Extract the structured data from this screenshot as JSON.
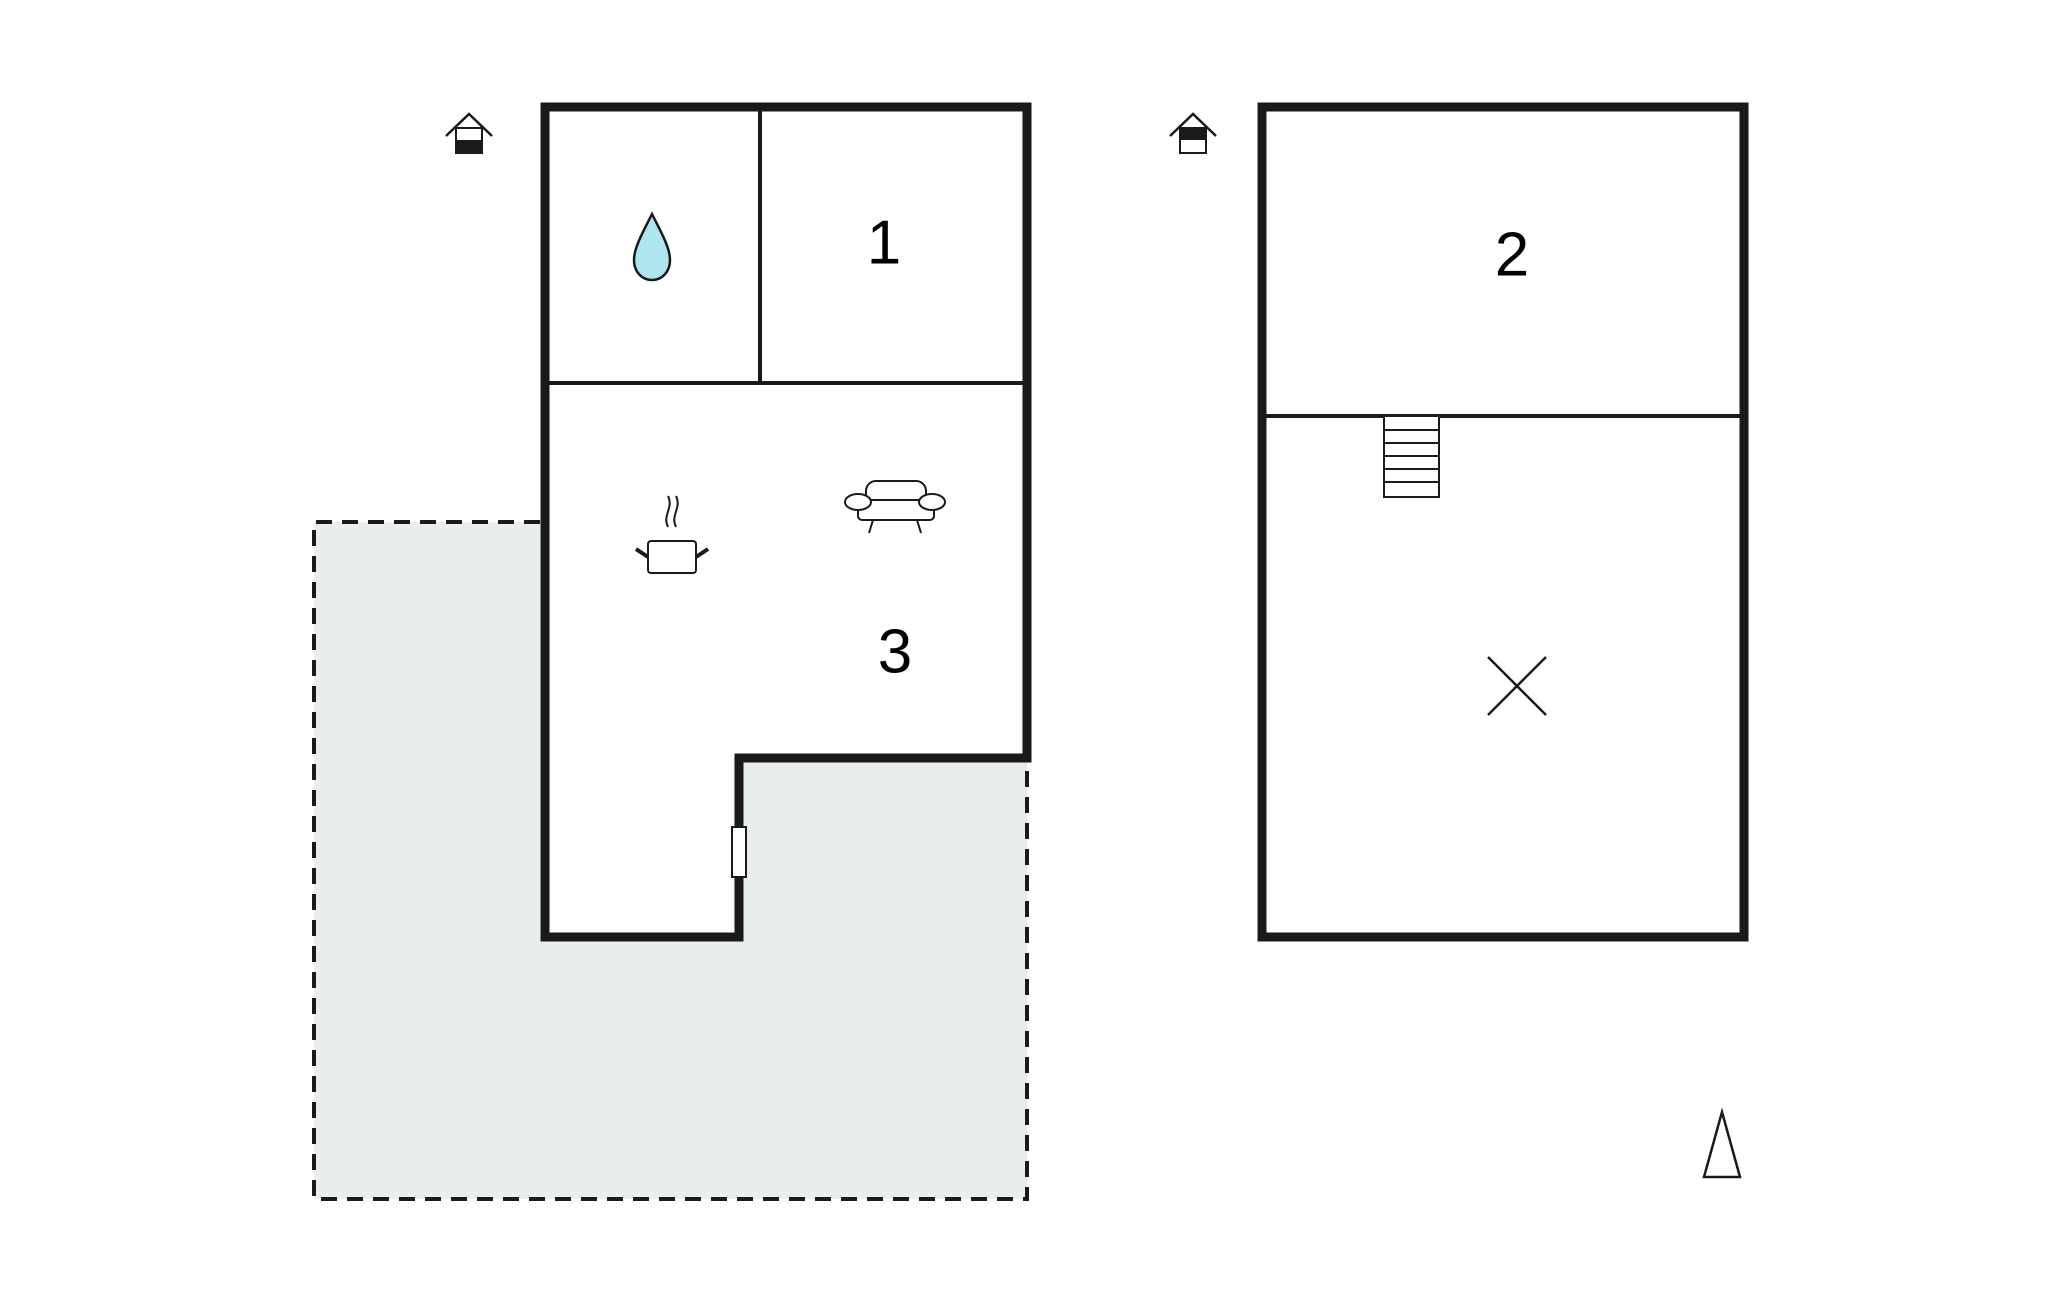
{
  "floor_plan": {
    "ground_floor": {
      "floor_icon": "house-ground-floor-icon",
      "rooms": [
        {
          "label": "",
          "icon": "water-drop-icon"
        },
        {
          "label": "1",
          "icon": ""
        },
        {
          "label": "3",
          "icons": [
            "cooking-pot-icon",
            "sofa-icon"
          ]
        }
      ],
      "door": "door-icon",
      "terrace": "dashed-terrace-area"
    },
    "upper_floor": {
      "floor_icon": "house-upper-floor-icon",
      "rooms": [
        {
          "label": "2",
          "icon": ""
        },
        {
          "label": "",
          "icon": "cross-mark-icon"
        }
      ],
      "stairs": "stairs-icon"
    },
    "north_arrow": "north-arrow-icon",
    "colors": {
      "wall": "#1a1a1a",
      "terrace_fill": "#e8eeee",
      "water": "#aee6ef",
      "background": "#ffffff"
    }
  }
}
